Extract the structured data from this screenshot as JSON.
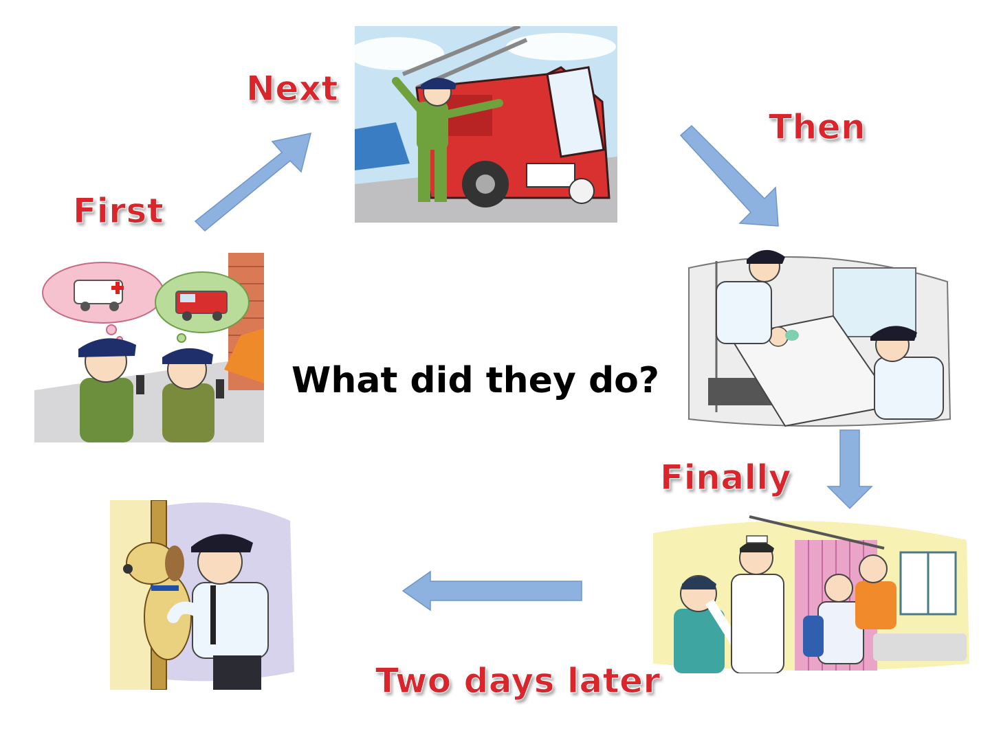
{
  "question": "What did they do?",
  "steps": {
    "first": "First",
    "next": "Next",
    "then": "Then",
    "finally": "Finally",
    "two_days_later": "Two days later"
  },
  "colors": {
    "label_red": "#d9262c",
    "arrow_blue": "#8db2e0",
    "arrow_edge": "#6f95c8"
  }
}
